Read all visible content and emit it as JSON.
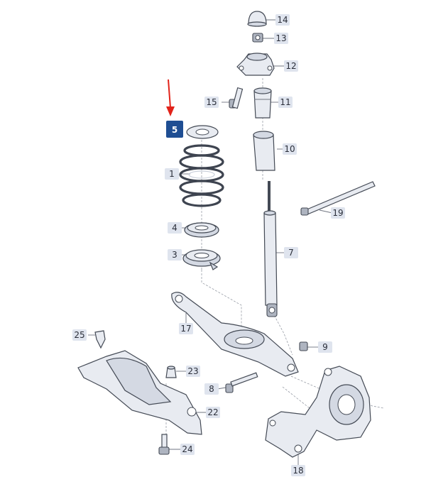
{
  "diagram": {
    "accent_color": "#1f4e93",
    "arrow_color": "#e2231a",
    "highlighted_part": "5",
    "callouts": [
      "14",
      "13",
      "12",
      "15",
      "11",
      "5",
      "10",
      "1",
      "19",
      "4",
      "3",
      "7",
      "17",
      "25",
      "9",
      "23",
      "8",
      "22",
      "24",
      "18"
    ]
  }
}
